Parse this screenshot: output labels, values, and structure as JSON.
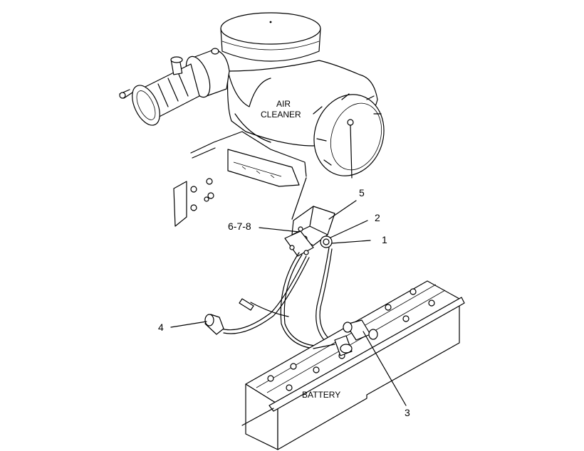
{
  "labels": {
    "air_cleaner_line1": "AIR",
    "air_cleaner_line2": "CLEANER",
    "battery": "BATTERY",
    "callout_1": "1",
    "callout_2": "2",
    "callout_3": "3",
    "callout_4": "4",
    "callout_5": "5",
    "callout_6_7_8": "6-7-8"
  }
}
